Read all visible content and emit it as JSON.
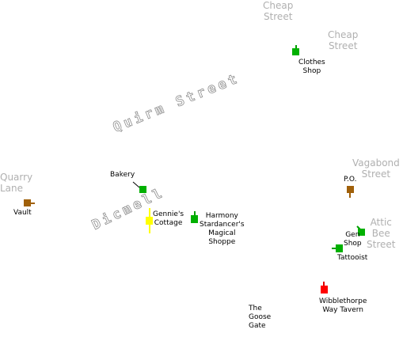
{
  "colors": {
    "background": "#ffffff",
    "street_label": "#b0b0b0",
    "green_marker": "#00b000",
    "brown_marker": "#a0600a",
    "yellow_marker": "#ffff00",
    "red_marker": "#ff0000"
  },
  "streets": {
    "cheap_top": [
      "Cheap",
      "Street"
    ],
    "cheap_right": [
      "Cheap",
      "Street"
    ],
    "vagabond": [
      "Vagabond",
      "Street"
    ],
    "attic_bee": [
      "Attic",
      "Bee",
      "Street"
    ],
    "quarry_lane": [
      "Quarry",
      "Lane"
    ],
    "quirm": "Quirm Street",
    "dimwell": "Dicmell"
  },
  "places": {
    "clothes_shop": [
      "Clothes",
      "Shop"
    ],
    "bakery": [
      "Bakery"
    ],
    "vault": [
      "Vault"
    ],
    "gennies_cottage": [
      "Gennie's",
      "Cottage"
    ],
    "harmony": [
      "Harmony",
      "Stardancer's",
      "Magical",
      "Shoppe"
    ],
    "po": [
      "P.O."
    ],
    "gen_shop": [
      "Gen",
      "Shop"
    ],
    "tattooist": [
      "Tattooist"
    ],
    "wibblethorpe": [
      "Wibblethorpe",
      "Way Tavern"
    ],
    "goose_gate": [
      "The",
      "Goose",
      "Gate"
    ]
  },
  "markers": {
    "clothes_shop": {
      "color": "green",
      "icon": "shop-marker-icon"
    },
    "bakery": {
      "color": "green",
      "icon": "shop-marker-icon"
    },
    "vault": {
      "color": "brown",
      "icon": "bank-marker-icon"
    },
    "gennies_cottage": {
      "color": "yellow",
      "icon": "home-marker-icon"
    },
    "harmony": {
      "color": "green",
      "icon": "shop-marker-icon"
    },
    "po": {
      "color": "brown",
      "icon": "post-office-marker-icon"
    },
    "gen_shop": {
      "color": "green",
      "icon": "shop-marker-icon"
    },
    "tattooist": {
      "color": "green",
      "icon": "shop-marker-icon"
    },
    "wibblethorpe": {
      "color": "red",
      "icon": "tavern-marker-icon"
    }
  }
}
